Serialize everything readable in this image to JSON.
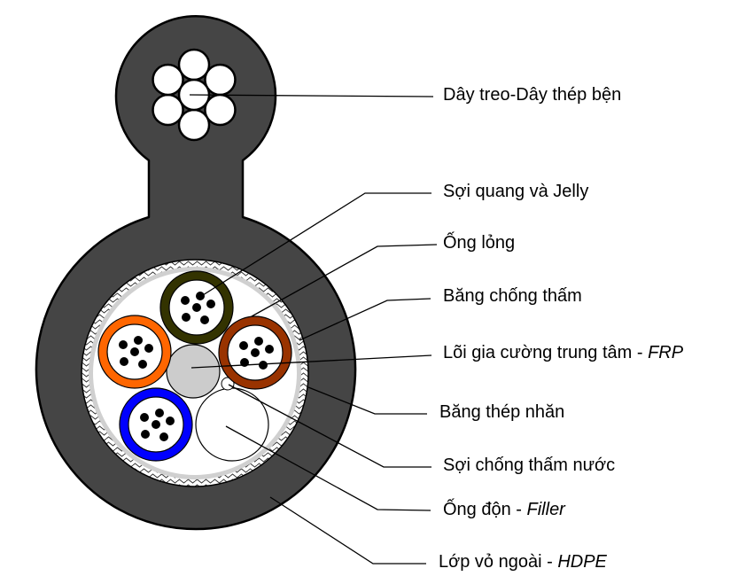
{
  "title": "Fiber optic cable cross-section (figure-8 self-supporting)",
  "colors": {
    "jacket": "#454545",
    "background": "#ffffff",
    "strand": "#ffffff",
    "tube_olive": "#333300",
    "tube_orange": "#ff6600",
    "tube_brown": "#993300",
    "tube_blue": "#0000ff",
    "frp": "#cccccc",
    "inner_tape": "#d0d0d0"
  },
  "labels": [
    {
      "id": "messenger",
      "text": "Dây treo-Dây thép bện",
      "italic": ""
    },
    {
      "id": "fiber",
      "text": "Sợi quang và Jelly",
      "italic": ""
    },
    {
      "id": "loose-tube",
      "text": "Ống lỏng",
      "italic": ""
    },
    {
      "id": "water-block-tape",
      "text": "Băng chống thấm",
      "italic": ""
    },
    {
      "id": "frp",
      "text": "Lõi gia cường trung tâm - ",
      "italic": "FRP"
    },
    {
      "id": "steel-tape",
      "text": "Băng thép nhăn",
      "italic": ""
    },
    {
      "id": "water-block-yarn",
      "text": "Sợi chống thấm nước",
      "italic": ""
    },
    {
      "id": "filler",
      "text": "Ống độn - ",
      "italic": "Filler"
    },
    {
      "id": "jacket",
      "text": "Lớp vỏ ngoài - ",
      "italic": "HDPE"
    }
  ],
  "components": {
    "messenger_strand_count": 7,
    "loose_tube_count": 4,
    "fibers_per_tube": 6,
    "filler_count": 1
  }
}
